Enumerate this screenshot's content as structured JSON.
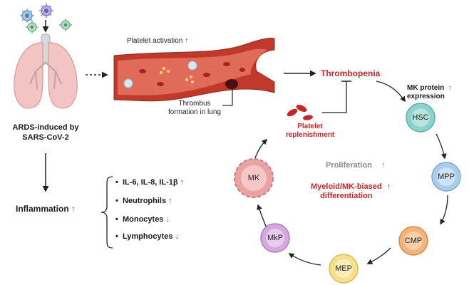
{
  "left": {
    "cause_label": "ARDS-induced by\nSARS-CoV-2",
    "inflammation_label": "Inflammation",
    "arrow_up": "↑",
    "arrow_down": "↓"
  },
  "vessel": {
    "platelet_activation": "Platelet activation",
    "thrombus_label": "Thrombus\nformation in lung"
  },
  "cytokines": [
    {
      "label": "IL-6, IL-8, IL-1β",
      "direction": "up"
    },
    {
      "label": "Neutrophils",
      "direction": "up"
    },
    {
      "label": "Monocytes",
      "direction": "down"
    },
    {
      "label": "Lymphocytes",
      "direction": "down"
    }
  ],
  "cycle": {
    "thrombopenia": "Thrombopenia",
    "mk_protein": "MK protein\nexpression",
    "platelet_replenishment": "Platelet\nreplenishment",
    "proliferation": "Proliferation",
    "myeloid_biased": "Myeloid/MK-biased\ndifferentiation",
    "nodes": [
      {
        "id": "hsc",
        "label": "HSC",
        "color": "#8ed2cc"
      },
      {
        "id": "mpp",
        "label": "MPP",
        "color": "#a9cdea"
      },
      {
        "id": "cmp",
        "label": "CMP",
        "color": "#f3b47c"
      },
      {
        "id": "mep",
        "label": "MEP",
        "color": "#f6e08c"
      },
      {
        "id": "mkp",
        "label": "MkP",
        "color": "#d7a8e0"
      },
      {
        "id": "mk",
        "label": "MK",
        "color": "#e9a3a3"
      }
    ]
  },
  "colors": {
    "red_text": "#c62828",
    "up_arrow": "#c62828",
    "down_arrow": "#2f6fc6",
    "vessel": "#c0392b",
    "lung": "#f2c4c4"
  },
  "icons": [
    "virus-icon",
    "lung-icon",
    "blood-vessel-icon",
    "platelet-icon",
    "megakaryocyte-icon"
  ]
}
